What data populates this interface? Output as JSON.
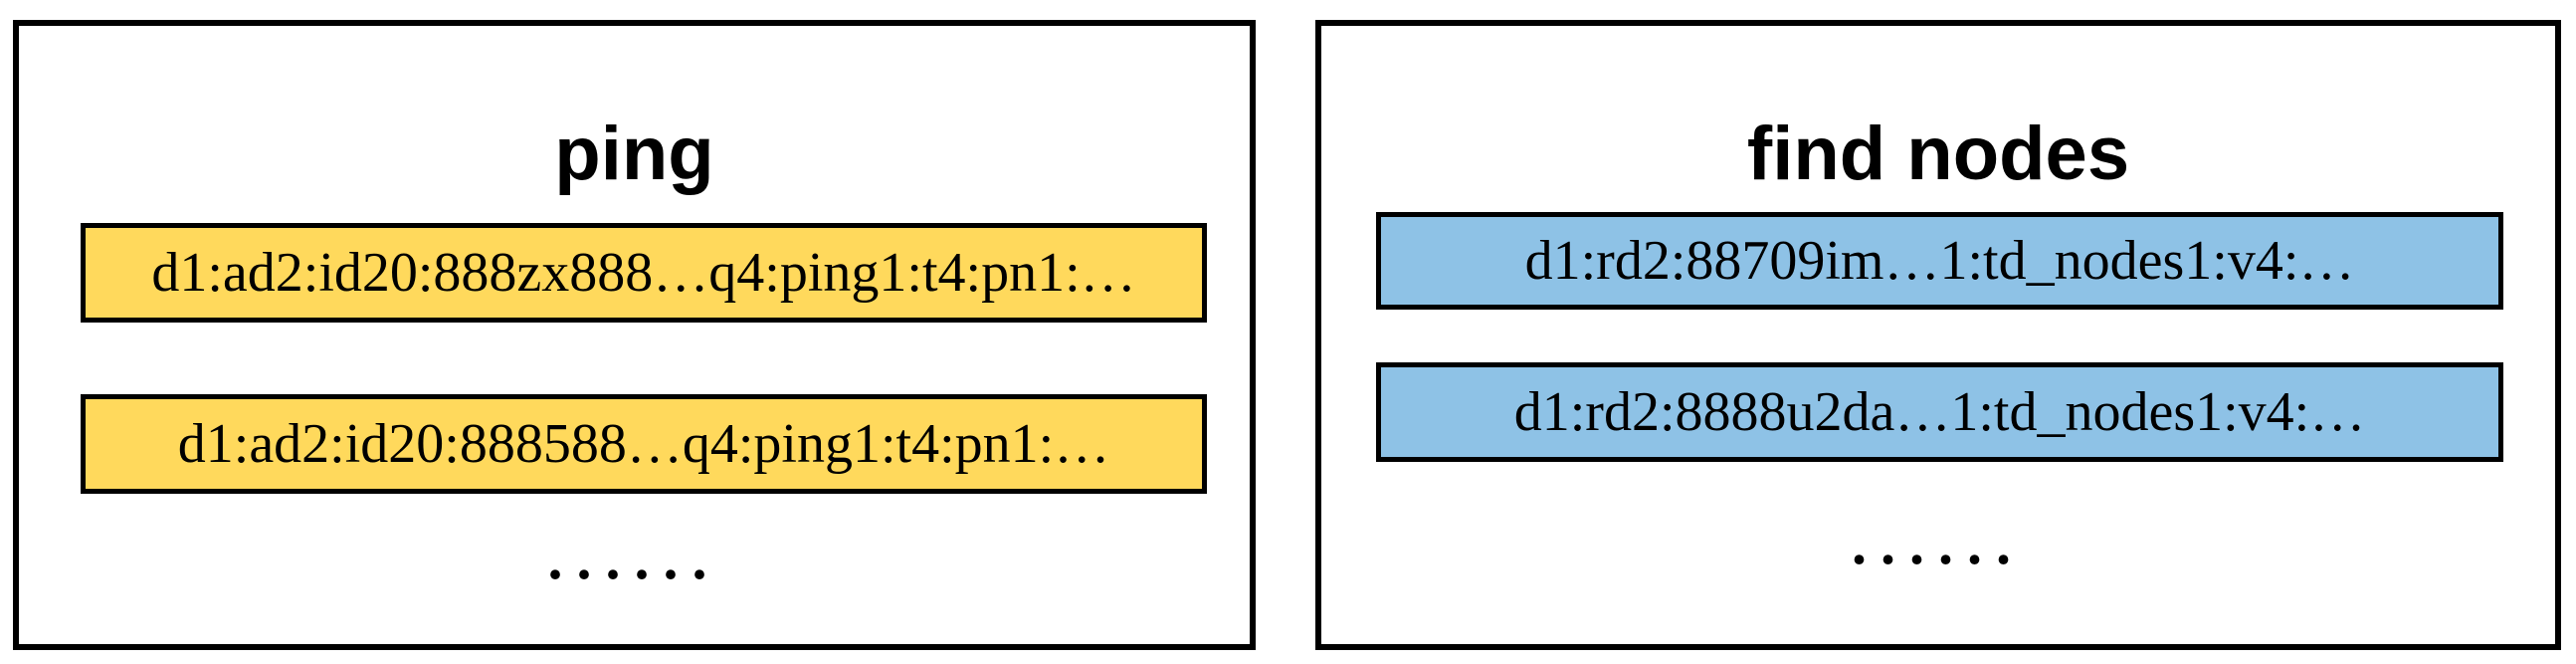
{
  "page": {
    "background": "#ffffff",
    "border_color": "#000000",
    "text_color": "#000000"
  },
  "panels": [
    {
      "title": "ping",
      "fill_color": "#FFD95C",
      "messages": [
        "d1:ad2:id20:888zx888…q4:ping1:t4:pn1:…",
        "d1:ad2:id20:888588…q4:ping1:t4:pn1:…"
      ],
      "more_indicator": "......"
    },
    {
      "title": "find nodes",
      "fill_color": "#8EC2E6",
      "messages": [
        "d1:rd2:88709im…1:td_nodes1:v4:…",
        "d1:rd2:8888u2da…1:td_nodes1:v4:…"
      ],
      "more_indicator": "......"
    }
  ]
}
